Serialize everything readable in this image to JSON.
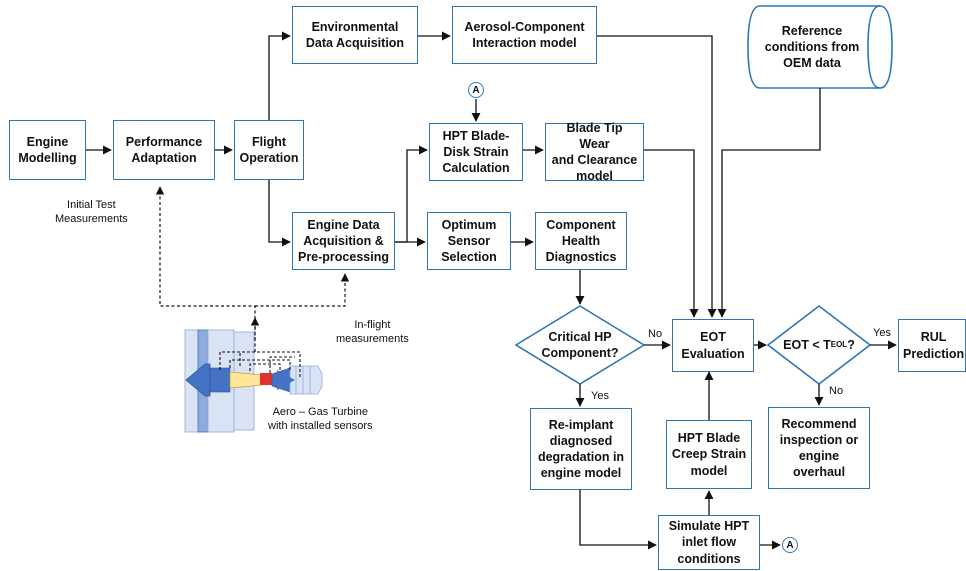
{
  "nodes": {
    "engine_modelling": "Engine\nModelling",
    "performance_adaptation": "Performance\nAdaptation",
    "flight_operation": "Flight\nOperation",
    "environmental_data": "Environmental\nData Acquisition",
    "aerosol_model": "Aerosol-Component\nInteraction model",
    "reference_conditions": "Reference\nconditions from\nOEM data",
    "hpt_strain": "HPT Blade-\nDisk Strain\nCalculation",
    "blade_tip_wear": "Blade Tip Wear\nand Clearance\nmodel",
    "engine_data_acq": "Engine Data\nAcquisition &\nPre-processing",
    "optimum_sensor": "Optimum\nSensor\nSelection",
    "component_health": "Component\nHealth\nDiagnostics",
    "critical_hp": "Critical HP\nComponent?",
    "eot_evaluation": "EOT\nEvaluation",
    "eot_decision_main": "EOT < T",
    "eot_decision_sub": "EOL",
    "eot_decision_end": "?",
    "rul_prediction": "RUL\nPrediction",
    "recommend": "Recommend\ninspection or\nengine\noverhaul",
    "reimplant": "Re-implant\ndiagnosed\ndegradation in\nengine model",
    "creep_strain": "HPT Blade\nCreep Strain\nmodel",
    "simulate_hpt": "Simulate HPT\ninlet flow\nconditions"
  },
  "labels": {
    "initial_test": "Initial Test\nMeasurements",
    "in_flight": "In-flight\nmeasurements",
    "aero_gas_turbine": "Aero – Gas Turbine\nwith installed sensors",
    "no": "No",
    "yes": "Yes"
  },
  "connector": "A",
  "colors": {
    "stroke": "#2e75b6",
    "arrow": "#111111",
    "turbine_light": "#dae3f3",
    "turbine_mid": "#8faadc",
    "turbine_dark": "#4472c4",
    "core_yellow": "#ffe699",
    "sensor_red": "#e03030"
  }
}
